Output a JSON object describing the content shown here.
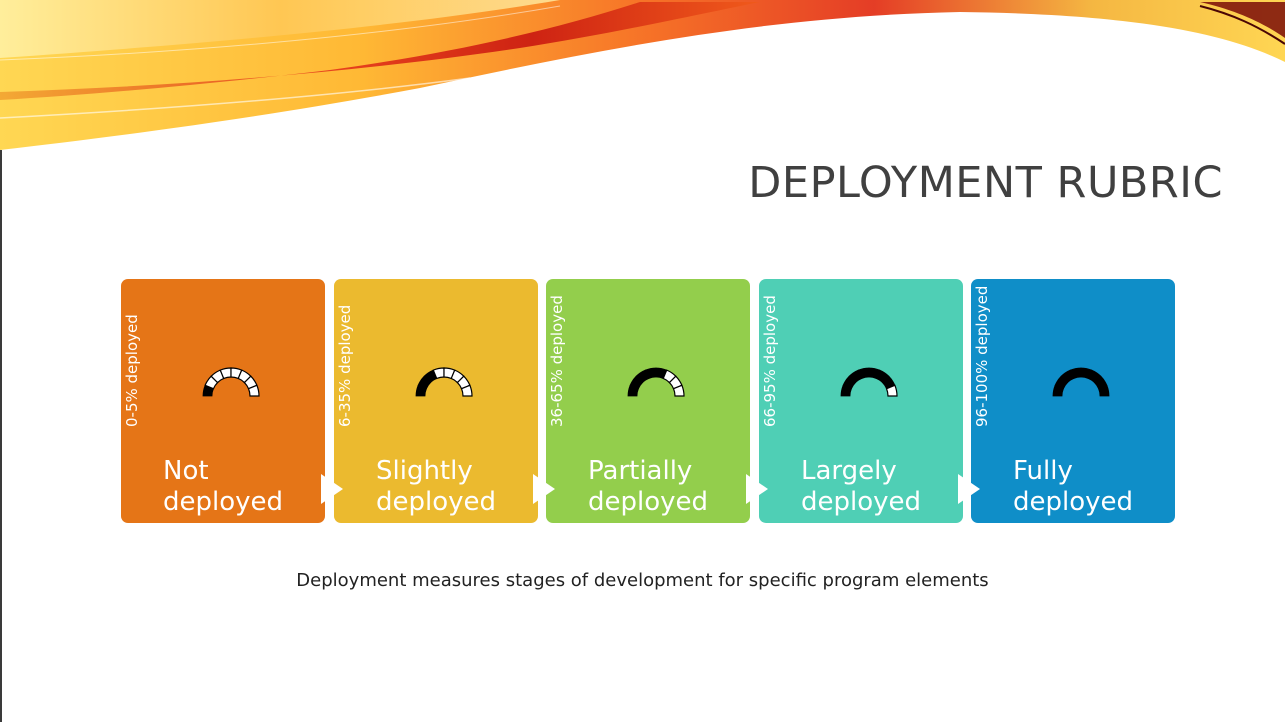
{
  "slide": {
    "title": "DEPLOYMENT RUBRIC",
    "caption": "Deployment measures stages of development for specific program elements"
  },
  "stages": [
    {
      "range": "0-5% deployed",
      "label_line1": "Not",
      "label_line2": "deployed",
      "color": "#E57517",
      "gauge_filled": 1
    },
    {
      "range": "6-35% deployed",
      "label_line1": "Slightly",
      "label_line2": "deployed",
      "color": "#EBBA2F",
      "gauge_filled": 3
    },
    {
      "range": "36-65% deployed",
      "label_line1": "Partially",
      "label_line2": "deployed",
      "color": "#93CE4C",
      "gauge_filled": 5
    },
    {
      "range": "66-95% deployed",
      "label_line1": "Largely",
      "label_line2": "deployed",
      "color": "#4FCFB5",
      "gauge_filled": 7
    },
    {
      "range": "96-100% deployed",
      "label_line1": "Fully",
      "label_line2": "deployed",
      "color": "#0F8EC8",
      "gauge_filled": 8
    }
  ],
  "gauge_segments": 8,
  "decoration": {
    "swoosh_colors": [
      "#FFE34D",
      "#FFA81F",
      "#F25A16",
      "#D81E12"
    ]
  }
}
